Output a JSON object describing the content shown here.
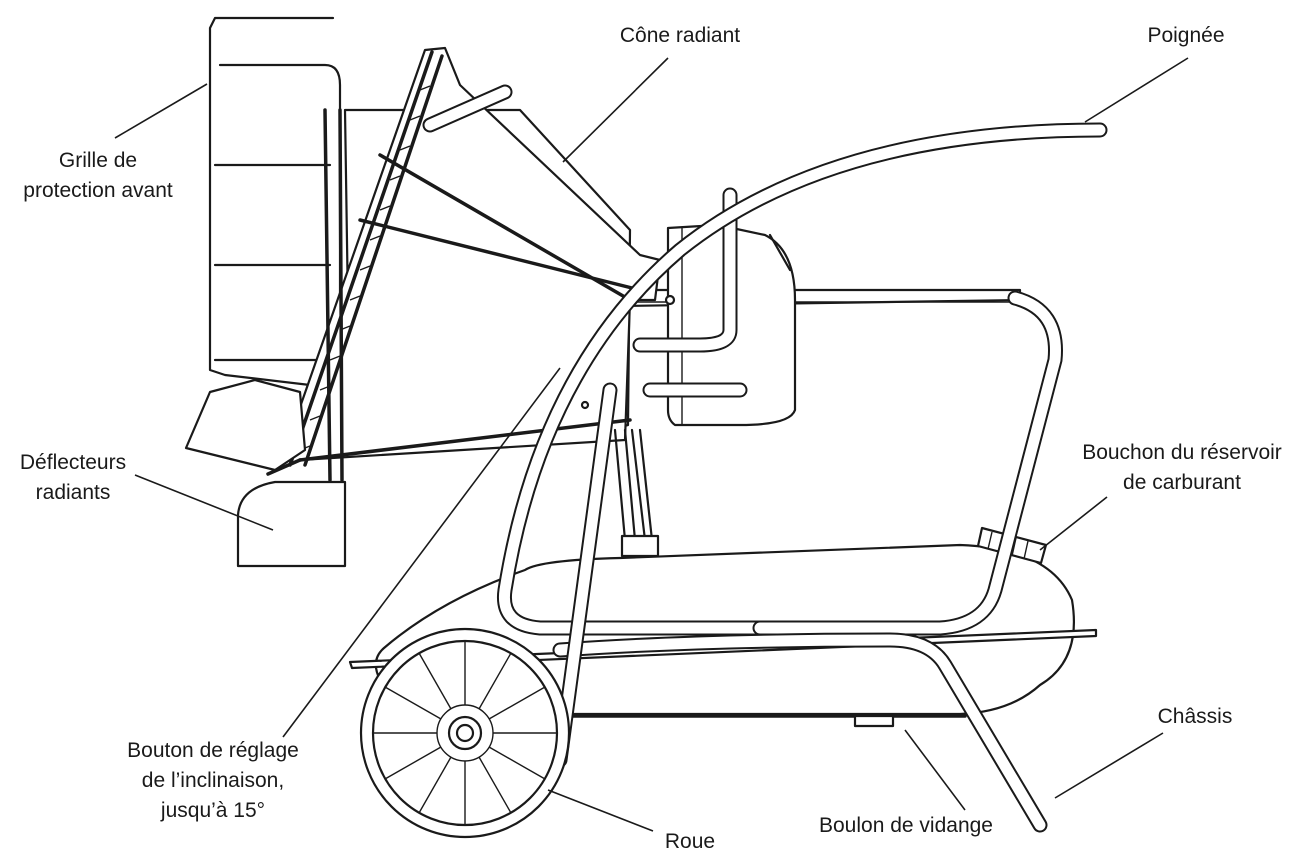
{
  "labels": {
    "grille_line1": "Grille de",
    "grille_line2": "protection avant",
    "cone": "Cône radiant",
    "poignee": "Poignée",
    "deflecteurs_line1": "Déflecteurs",
    "deflecteurs_line2": "radiants",
    "bouchon_line1": "Bouchon du réservoir",
    "bouchon_line2": "de carburant",
    "bouton_line1": "Bouton de réglage",
    "bouton_line2": "de l’inclinaison,",
    "bouton_line3": "jusqu’à 15°",
    "chassis": "Châssis",
    "roue": "Roue",
    "boulon": "Boulon de vidange"
  }
}
